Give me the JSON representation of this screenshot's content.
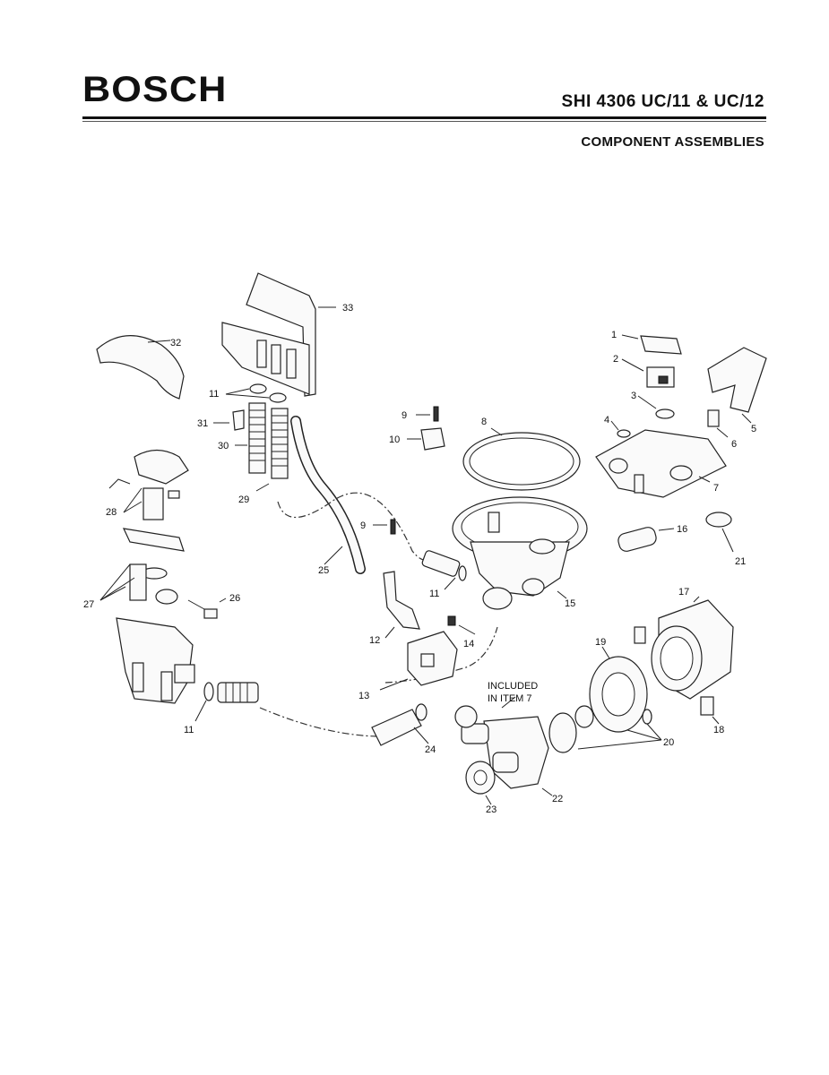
{
  "header": {
    "brand": "BOSCH",
    "model": "SHI 4306 UC/11 & UC/12",
    "section": "COMPONENT ASSEMBLIES"
  },
  "callouts": {
    "c1": "1",
    "c2": "2",
    "c3": "3",
    "c4": "4",
    "c5": "5",
    "c6": "6",
    "c7": "7",
    "c8": "8",
    "c9a": "9",
    "c9b": "9",
    "c10": "10",
    "c11a": "11",
    "c11b": "11",
    "c11c": "11",
    "c12": "12",
    "c13": "13",
    "c14": "14",
    "c15": "15",
    "c16": "16",
    "c17": "17",
    "c18": "18",
    "c19": "19",
    "c20": "20",
    "c21": "21",
    "c22": "22",
    "c23": "23",
    "c24": "24",
    "c25": "25",
    "c26": "26",
    "c27": "27",
    "c28": "28",
    "c29": "29",
    "c30": "30",
    "c31": "31",
    "c32": "32",
    "c33": "33",
    "note_line1": "INCLUDED",
    "note_line2": "IN ITEM 7"
  }
}
